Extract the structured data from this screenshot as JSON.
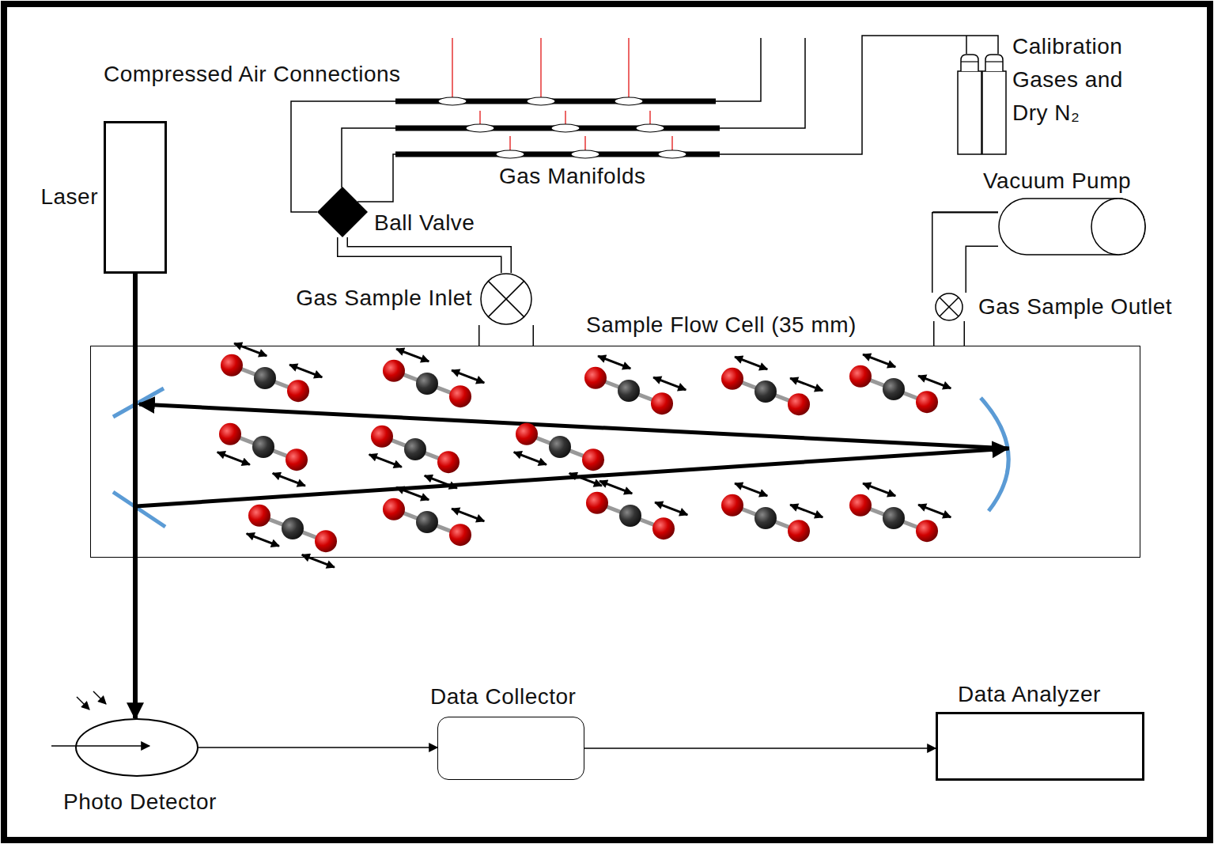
{
  "diagram": {
    "nodes": [
      {
        "text": [
          "Laser"
        ]
      },
      {
        "text": [
          "Sample Flow Cell (35 mm)"
        ]
      },
      {
        "text": [
          "Photo Detector"
        ]
      },
      {
        "text": [
          "Data Collector"
        ]
      },
      {
        "text": [
          "Data Analyzer"
        ]
      },
      {
        "text": [
          "Vacuum Pump"
        ]
      },
      {
        "text": [
          "Ball Valve"
        ]
      },
      {
        "text": [
          "Calibration Gases and Dry N₂"
        ]
      },
      {
        "text": [
          "Gas Sample Inlet"
        ]
      },
      {
        "text": [
          "Gas Sample Outlet"
        ]
      }
    ],
    "edges": [
      {
        "from": 0,
        "to": 2,
        "arrow": "to"
      },
      {
        "from": 2,
        "to": 3,
        "arrow": "to"
      },
      {
        "from": 3,
        "to": 4,
        "arrow": "to"
      },
      {
        "from": 6,
        "to": 8,
        "arrow": "none"
      },
      {
        "from": 8,
        "to": 1,
        "arrow": "none"
      },
      {
        "from": 1,
        "to": 9,
        "arrow": "none"
      },
      {
        "from": 9,
        "to": 5,
        "arrow": "none"
      }
    ],
    "labels": [
      "Compressed Air Connections",
      "Gas Manifolds"
    ]
  }
}
